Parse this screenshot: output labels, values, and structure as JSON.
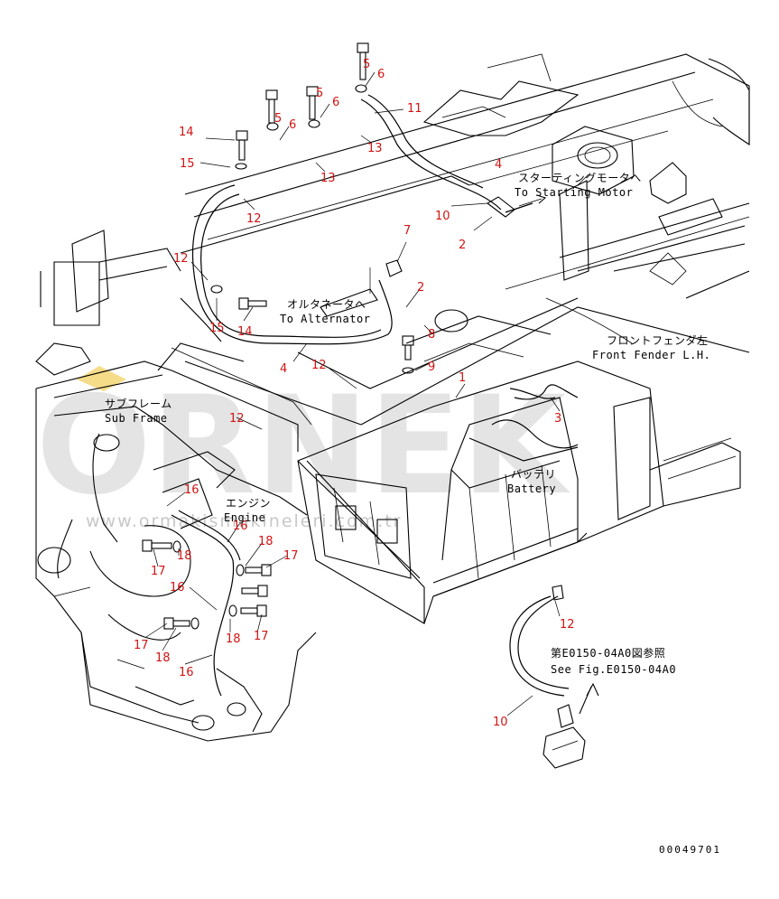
{
  "watermark": {
    "text": "ORNEK",
    "url": "www.ormakismakineleri.com.tr",
    "accent": "#f3d36b"
  },
  "labels": {
    "starting_jp": "スターティングモータへ",
    "starting_en": "To Starting Motor",
    "alternator_jp": "オルタネータへ",
    "alternator_en": "To Alternator",
    "fender_jp": "フロントフェンダ左",
    "fender_en": "Front Fender L.H.",
    "subframe_jp": "サブフレーム",
    "subframe_en": "Sub Frame",
    "engine_jp": "エンジン",
    "engine_en": "Engine",
    "battery_jp": "バッテリ",
    "battery_en": "Battery",
    "seefig_jp": "第E0150-04A0図参照",
    "seefig_en": "See Fig.E0150-04A0",
    "drawing_no": "00049701"
  },
  "callouts": [
    "5",
    "6",
    "5",
    "6",
    "5",
    "6",
    "11",
    "14",
    "15",
    "13",
    "13",
    "12",
    "4",
    "10",
    "2",
    "12",
    "7",
    "2",
    "15",
    "14",
    "8",
    "4",
    "12",
    "9",
    "3",
    "1",
    "12",
    "16",
    "16",
    "18",
    "17",
    "16",
    "18",
    "17",
    "17",
    "18",
    "18",
    "17",
    "16",
    "12",
    "10"
  ]
}
